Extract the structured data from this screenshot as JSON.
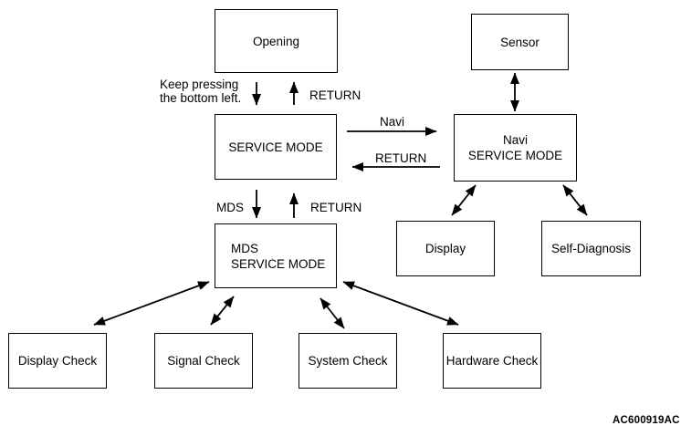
{
  "figure_code": "AC600919AC",
  "nodes": {
    "opening": "Opening",
    "sensor": "Sensor",
    "service_mode": "SERVICE MODE",
    "navi_service_mode_line1": "Navi",
    "navi_service_mode_line2": "SERVICE MODE",
    "mds_service_mode_line1": "MDS",
    "mds_service_mode_line2": "SERVICE MODE",
    "display": "Display",
    "self_diagnosis": "Self-Diagnosis",
    "display_check": "Display Check",
    "signal_check": "Signal Check",
    "system_check": "System Check",
    "hardware_check": "Hardware Check"
  },
  "edge_labels": {
    "keep_pressing_line1": "Keep pressing",
    "keep_pressing_line2": "the bottom left.",
    "return_opening": "RETURN",
    "navi": "Navi",
    "return_navi": "RETURN",
    "mds": "MDS",
    "return_mds": "RETURN"
  },
  "colors": {
    "line": "#000000",
    "background": "#ffffff",
    "text": "#000000"
  }
}
